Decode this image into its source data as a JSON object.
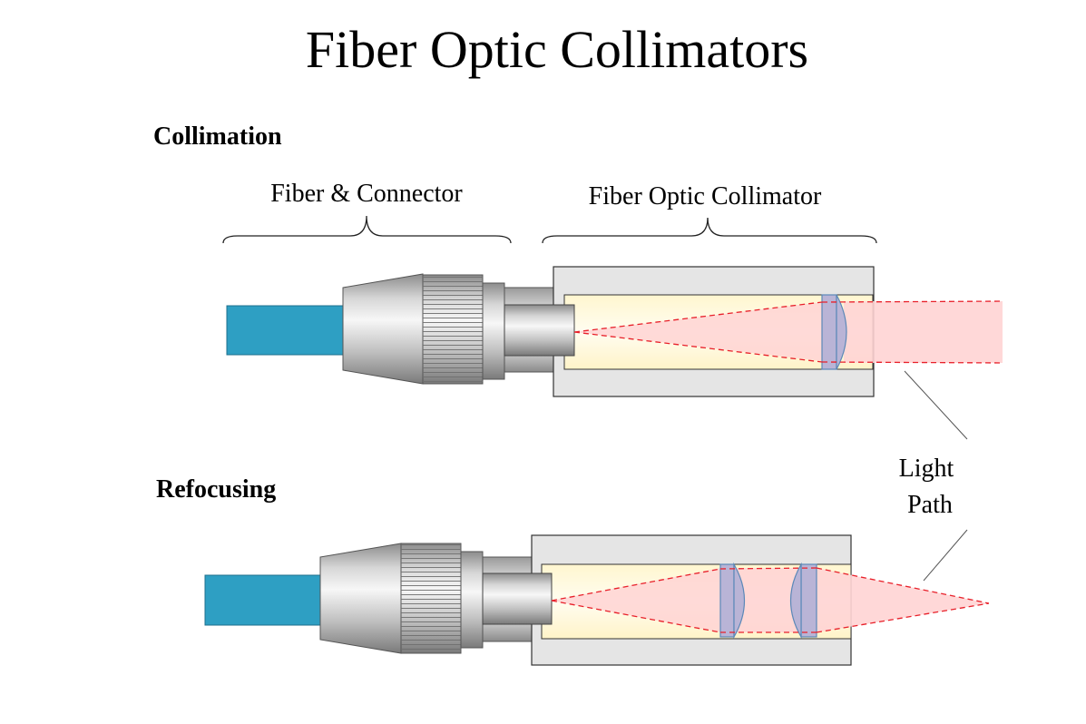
{
  "title": "Fiber Optic Collimators",
  "sections": {
    "collimation": {
      "label": "Collimation"
    },
    "refocusing": {
      "label": "Refocusing"
    }
  },
  "braces": {
    "fiber_connector": "Fiber & Connector",
    "fiber_optic_collimator": "Fiber Optic Collimator"
  },
  "callout": {
    "line1": "Light",
    "line2": "Path"
  },
  "colors": {
    "fiber": "#2e9fc3",
    "housing": "#e5e5e5",
    "tube_fill": "#fffbdd",
    "beam": "#ffd4d4",
    "beam_edge": "#e8202a",
    "lens": "#b9b4d6",
    "lens_edge": "#5b88b8"
  }
}
